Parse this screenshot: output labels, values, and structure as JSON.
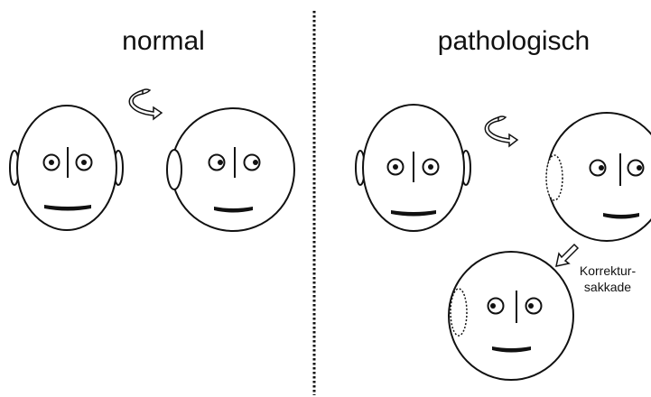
{
  "panels": {
    "left": {
      "title": "normal"
    },
    "right": {
      "title": "pathologisch"
    }
  },
  "annotation": {
    "line1": "Korrektur-",
    "line2": "sakkade"
  },
  "colors": {
    "ink": "#111111",
    "background": "#ffffff"
  },
  "icons": {
    "rotation": "rotation-arrow-icon",
    "correction": "diagonal-arrow-icon"
  }
}
